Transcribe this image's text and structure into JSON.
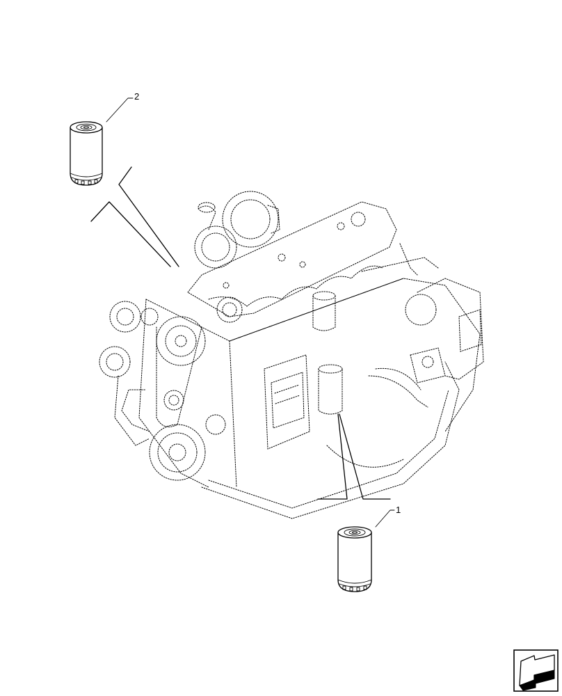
{
  "callouts": [
    {
      "id": "1",
      "label": "1",
      "part": "oil-filter-lower"
    },
    {
      "id": "2",
      "label": "2",
      "part": "oil-filter-upper"
    }
  ],
  "colors": {
    "line": "#000000",
    "background": "#ffffff"
  },
  "icons": {
    "navigation": "arrow-back-icon"
  }
}
